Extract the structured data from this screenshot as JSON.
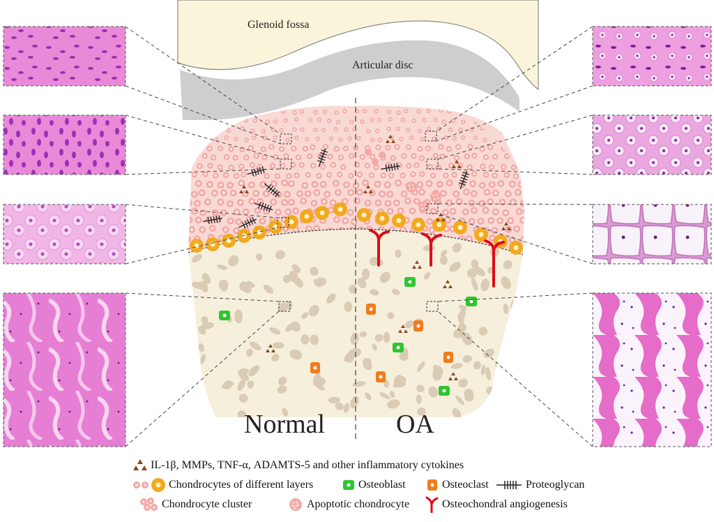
{
  "labels": {
    "glenoid_fossa": "Glenoid fossa",
    "articular_disc": "Articular disc",
    "normal": "Normal",
    "oa": "OA"
  },
  "legend": {
    "cytokines": "IL-1β, MMPs, TNF-α, ADAMTS-5 and other inflammatory cytokines",
    "chondrocytes": "Chondrocytes of different layers",
    "osteoblast": "Osteoblast",
    "osteoclast": "Osteoclast",
    "proteoglycan": "Proteoglycan",
    "cluster": "Chondrocyte cluster",
    "apoptotic": "Apoptotic chondrocyte",
    "angiogenesis": "Osteochondral angiogenesis"
  },
  "colors": {
    "cartilage": "#f9d9d4",
    "chondrocyte": "#f2a9a6",
    "calcified_chondrocyte": "#f3a91f",
    "bone": "#f6efdc",
    "trabecula": "#d9cbb4",
    "osteoblast": "#2ec62e",
    "osteoclast": "#f07c1c",
    "vessel": "#e00b18",
    "cytokine": "#8a4a1c",
    "disc": "#c9c9c9",
    "fossa": "#faf5da",
    "histology_pink": "#e87fd6",
    "histology_purple": "#8a2aa0"
  },
  "icons": [
    "cytokine-triangles-icon",
    "chondrocyte-layers-icon",
    "osteoblast-icon",
    "osteoclast-icon",
    "proteoglycan-icon",
    "chondrocyte-cluster-icon",
    "apoptotic-chondrocyte-icon",
    "angiogenesis-vessel-icon"
  ]
}
